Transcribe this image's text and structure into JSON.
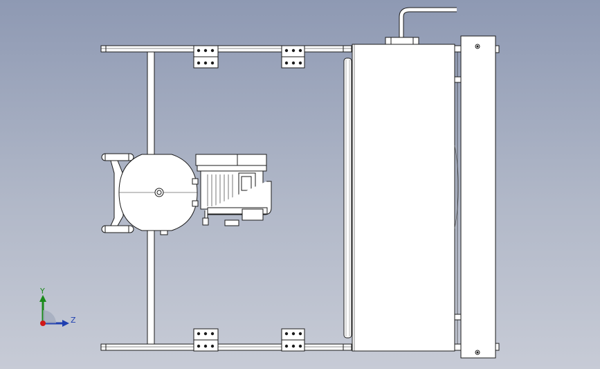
{
  "app": {
    "title": ""
  },
  "viewport": {
    "background_top": "#8e99b3",
    "background_bottom": "#c7cbd6",
    "line_color": "#1a1a1a",
    "part_fill": "#ffffff"
  },
  "triad": {
    "y_label": "Y",
    "z_label": "Z",
    "y_color": "#1a8a1a",
    "z_color": "#1f3fb0",
    "origin_color": "#d01818"
  },
  "model": {
    "components": [
      "frame-rail-top",
      "frame-rail-bottom",
      "cross-member",
      "mounting-bracket",
      "air-tank",
      "motor-unit",
      "cooler-panel",
      "side-plate",
      "roller-tube",
      "pipe"
    ]
  }
}
